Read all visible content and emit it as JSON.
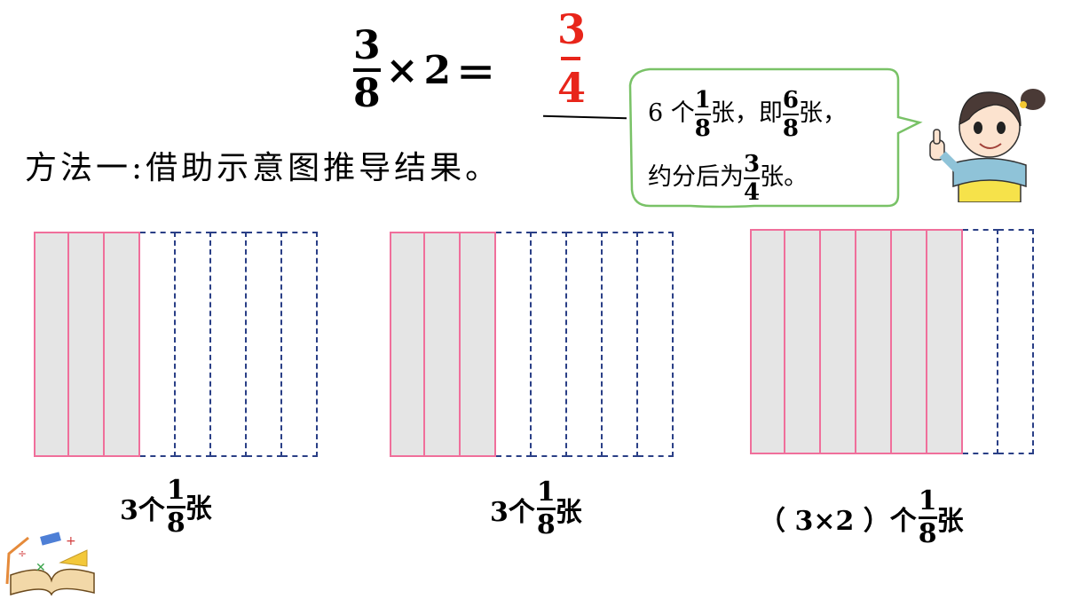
{
  "equation": {
    "left_num": "3",
    "left_den": "8",
    "times": "×",
    "multiplier": "2",
    "equals": "＝",
    "answer_num": "3",
    "answer_den": "4"
  },
  "method_title": "方法一:借助示意图推导结果。",
  "bubble": {
    "line1_a": "6 个",
    "frac1_num": "1",
    "frac1_den": "8",
    "line1_b": "张，即",
    "frac2_num": "6",
    "frac2_den": "8",
    "line1_c": "张，",
    "line2_a": "约分后为",
    "frac3_num": "3",
    "frac3_den": "4",
    "line2_b": "张。"
  },
  "diagrams": [
    {
      "shaded": 3,
      "total": 8
    },
    {
      "shaded": 3,
      "total": 8
    },
    {
      "shaded": 6,
      "total": 8
    }
  ],
  "captions": {
    "c1_count": "3个",
    "c1_num": "1",
    "c1_den": "8",
    "c1_unit": "张",
    "c2_count": "3个",
    "c2_num": "1",
    "c2_den": "8",
    "c2_unit": "张",
    "c3_count": "（ 3×2 ）个",
    "c3_num": "1",
    "c3_den": "8",
    "c3_unit": "张"
  },
  "colors": {
    "answer": "#e8251a",
    "shade_border": "#f06f9b",
    "dashed_border": "#2a3f86",
    "shade_fill": "#e5e5e5",
    "bubble_border": "#79c267"
  }
}
